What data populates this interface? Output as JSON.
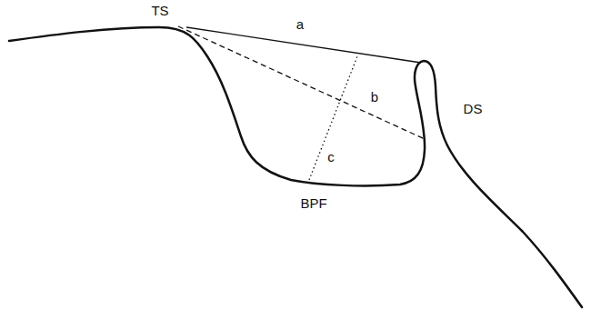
{
  "diagram": {
    "labels": [
      "TS",
      "a",
      "b",
      "c",
      "DS",
      "BPF"
    ]
  }
}
